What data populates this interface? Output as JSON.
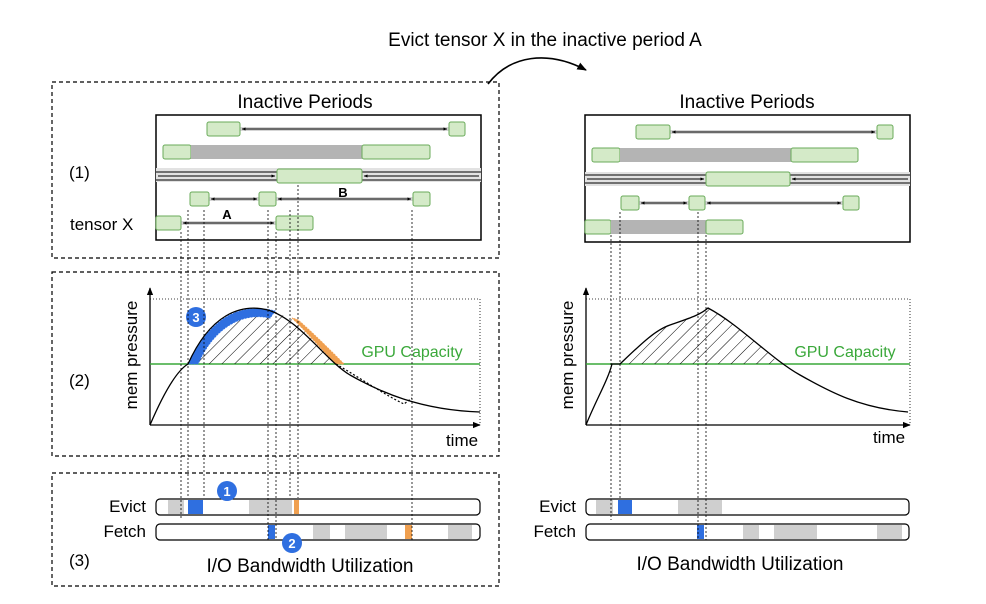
{
  "caption": "Evict tensor X in the inactive period A",
  "left_panel": {
    "inactive_title": "Inactive Periods",
    "row_labels": [
      "(1)",
      "(2)",
      "(3)"
    ],
    "tensor_label": "tensor X",
    "period_a": "A",
    "period_b": "B",
    "mem_axis": "mem pressure",
    "time_axis": "time",
    "capacity_label": "GPU Capacity",
    "evict_label": "Evict",
    "fetch_label": "Fetch",
    "io_title": "I/O Bandwidth Utilization",
    "markers": [
      "1",
      "2",
      "3"
    ]
  },
  "right_panel": {
    "inactive_title": "Inactive Periods",
    "mem_axis": "mem pressure",
    "time_axis": "time",
    "capacity_label": "GPU Capacity",
    "evict_label": "Evict",
    "fetch_label": "Fetch",
    "io_title": "I/O Bandwidth Utilization"
  },
  "colors": {
    "tensor_fill": "#d4eac8",
    "tensor_stroke": "#6aab5a",
    "inactive_gray": "#c8c8c8",
    "capacity_line": "#3aa83a",
    "blue": "#2f6fe0",
    "orange": "#f0a050",
    "io_gray": "#cfcfcf"
  }
}
